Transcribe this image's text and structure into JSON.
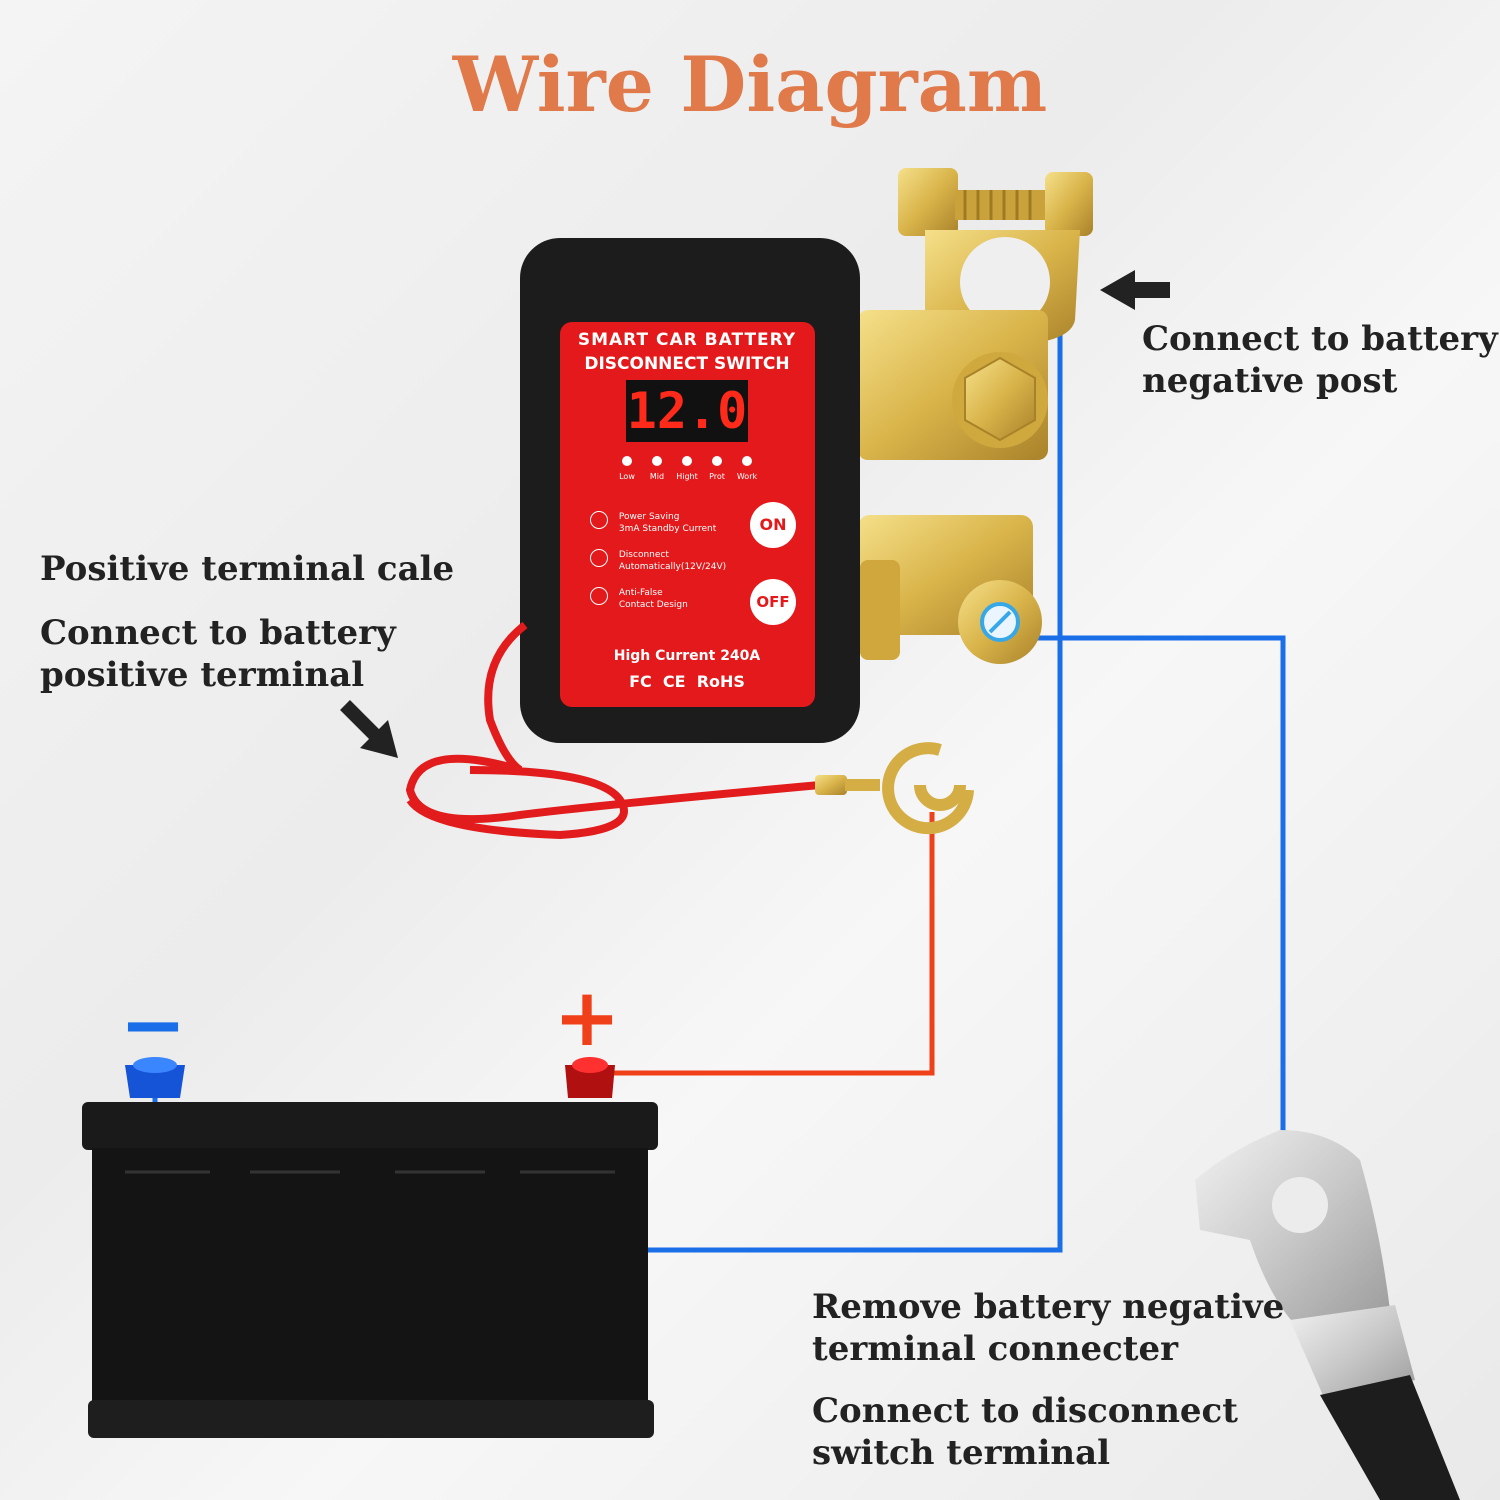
{
  "title": "Wire Diagram",
  "labels": {
    "negative_post": [
      "Connect to battery",
      "negative post"
    ],
    "positive_cable": "Positive terminal cale",
    "positive_terminal": [
      "Connect to battery",
      "positive terminal"
    ],
    "remove_negative": [
      "Remove battery negative",
      "terminal connecter"
    ],
    "disconnect_switch": [
      "Connect to disconnect",
      "switch terminal"
    ]
  },
  "device": {
    "heading_line1": "SMART CAR BATTERY",
    "heading_line2": "DISCONNECT SWITCH",
    "display_value": "12.0",
    "indicators": [
      "Low",
      "Mid",
      "Hight",
      "Prot",
      "Work"
    ],
    "features": [
      {
        "line1": "Power Saving",
        "line2": "3mA Standby Current"
      },
      {
        "line1": "Disconnect",
        "line2": "Automatically(12V/24V)"
      },
      {
        "line1": "Anti-False",
        "line2": "Contact Design"
      }
    ],
    "on_label": "ON",
    "off_label": "OFF",
    "current_rating": "High Current 240A",
    "certifications": "FC  CE  RoHS"
  },
  "battery": {
    "negative_symbol": "−",
    "positive_symbol": "+"
  },
  "colors": {
    "title": "#e07a4a",
    "negative_wire": "#1a6ee8",
    "positive_wire": "#f0401a",
    "device_body": "#1c1c1c",
    "device_panel": "#e3191b",
    "brass": "#d9b44a"
  }
}
